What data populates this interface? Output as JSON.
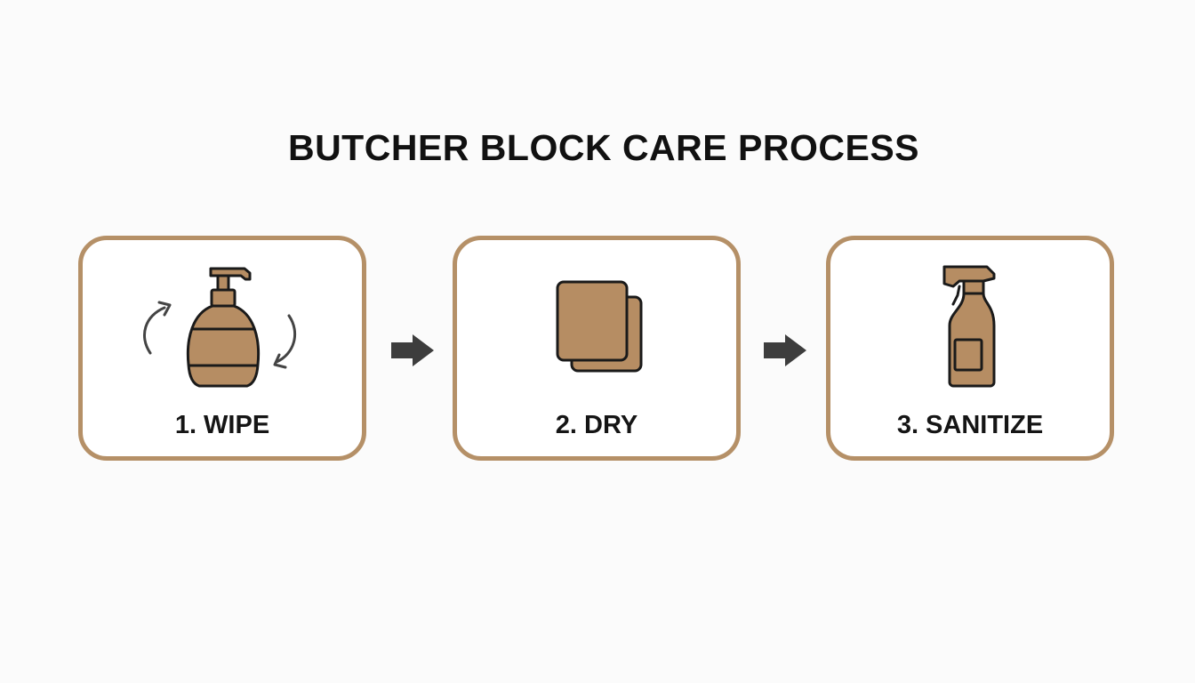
{
  "title": "BUTCHER BLOCK CARE PROCESS",
  "colors": {
    "accent": "#b59067",
    "icon_fill": "#b68d63",
    "outline": "#1a1a1a",
    "arrow": "#3d3d3d"
  },
  "steps": [
    {
      "label": "1. WIPE",
      "icon": "soap-dispenser-icon"
    },
    {
      "label": "2. DRY",
      "icon": "towel-icon"
    },
    {
      "label": "3. SANITIZE",
      "icon": "spray-bottle-icon"
    }
  ]
}
